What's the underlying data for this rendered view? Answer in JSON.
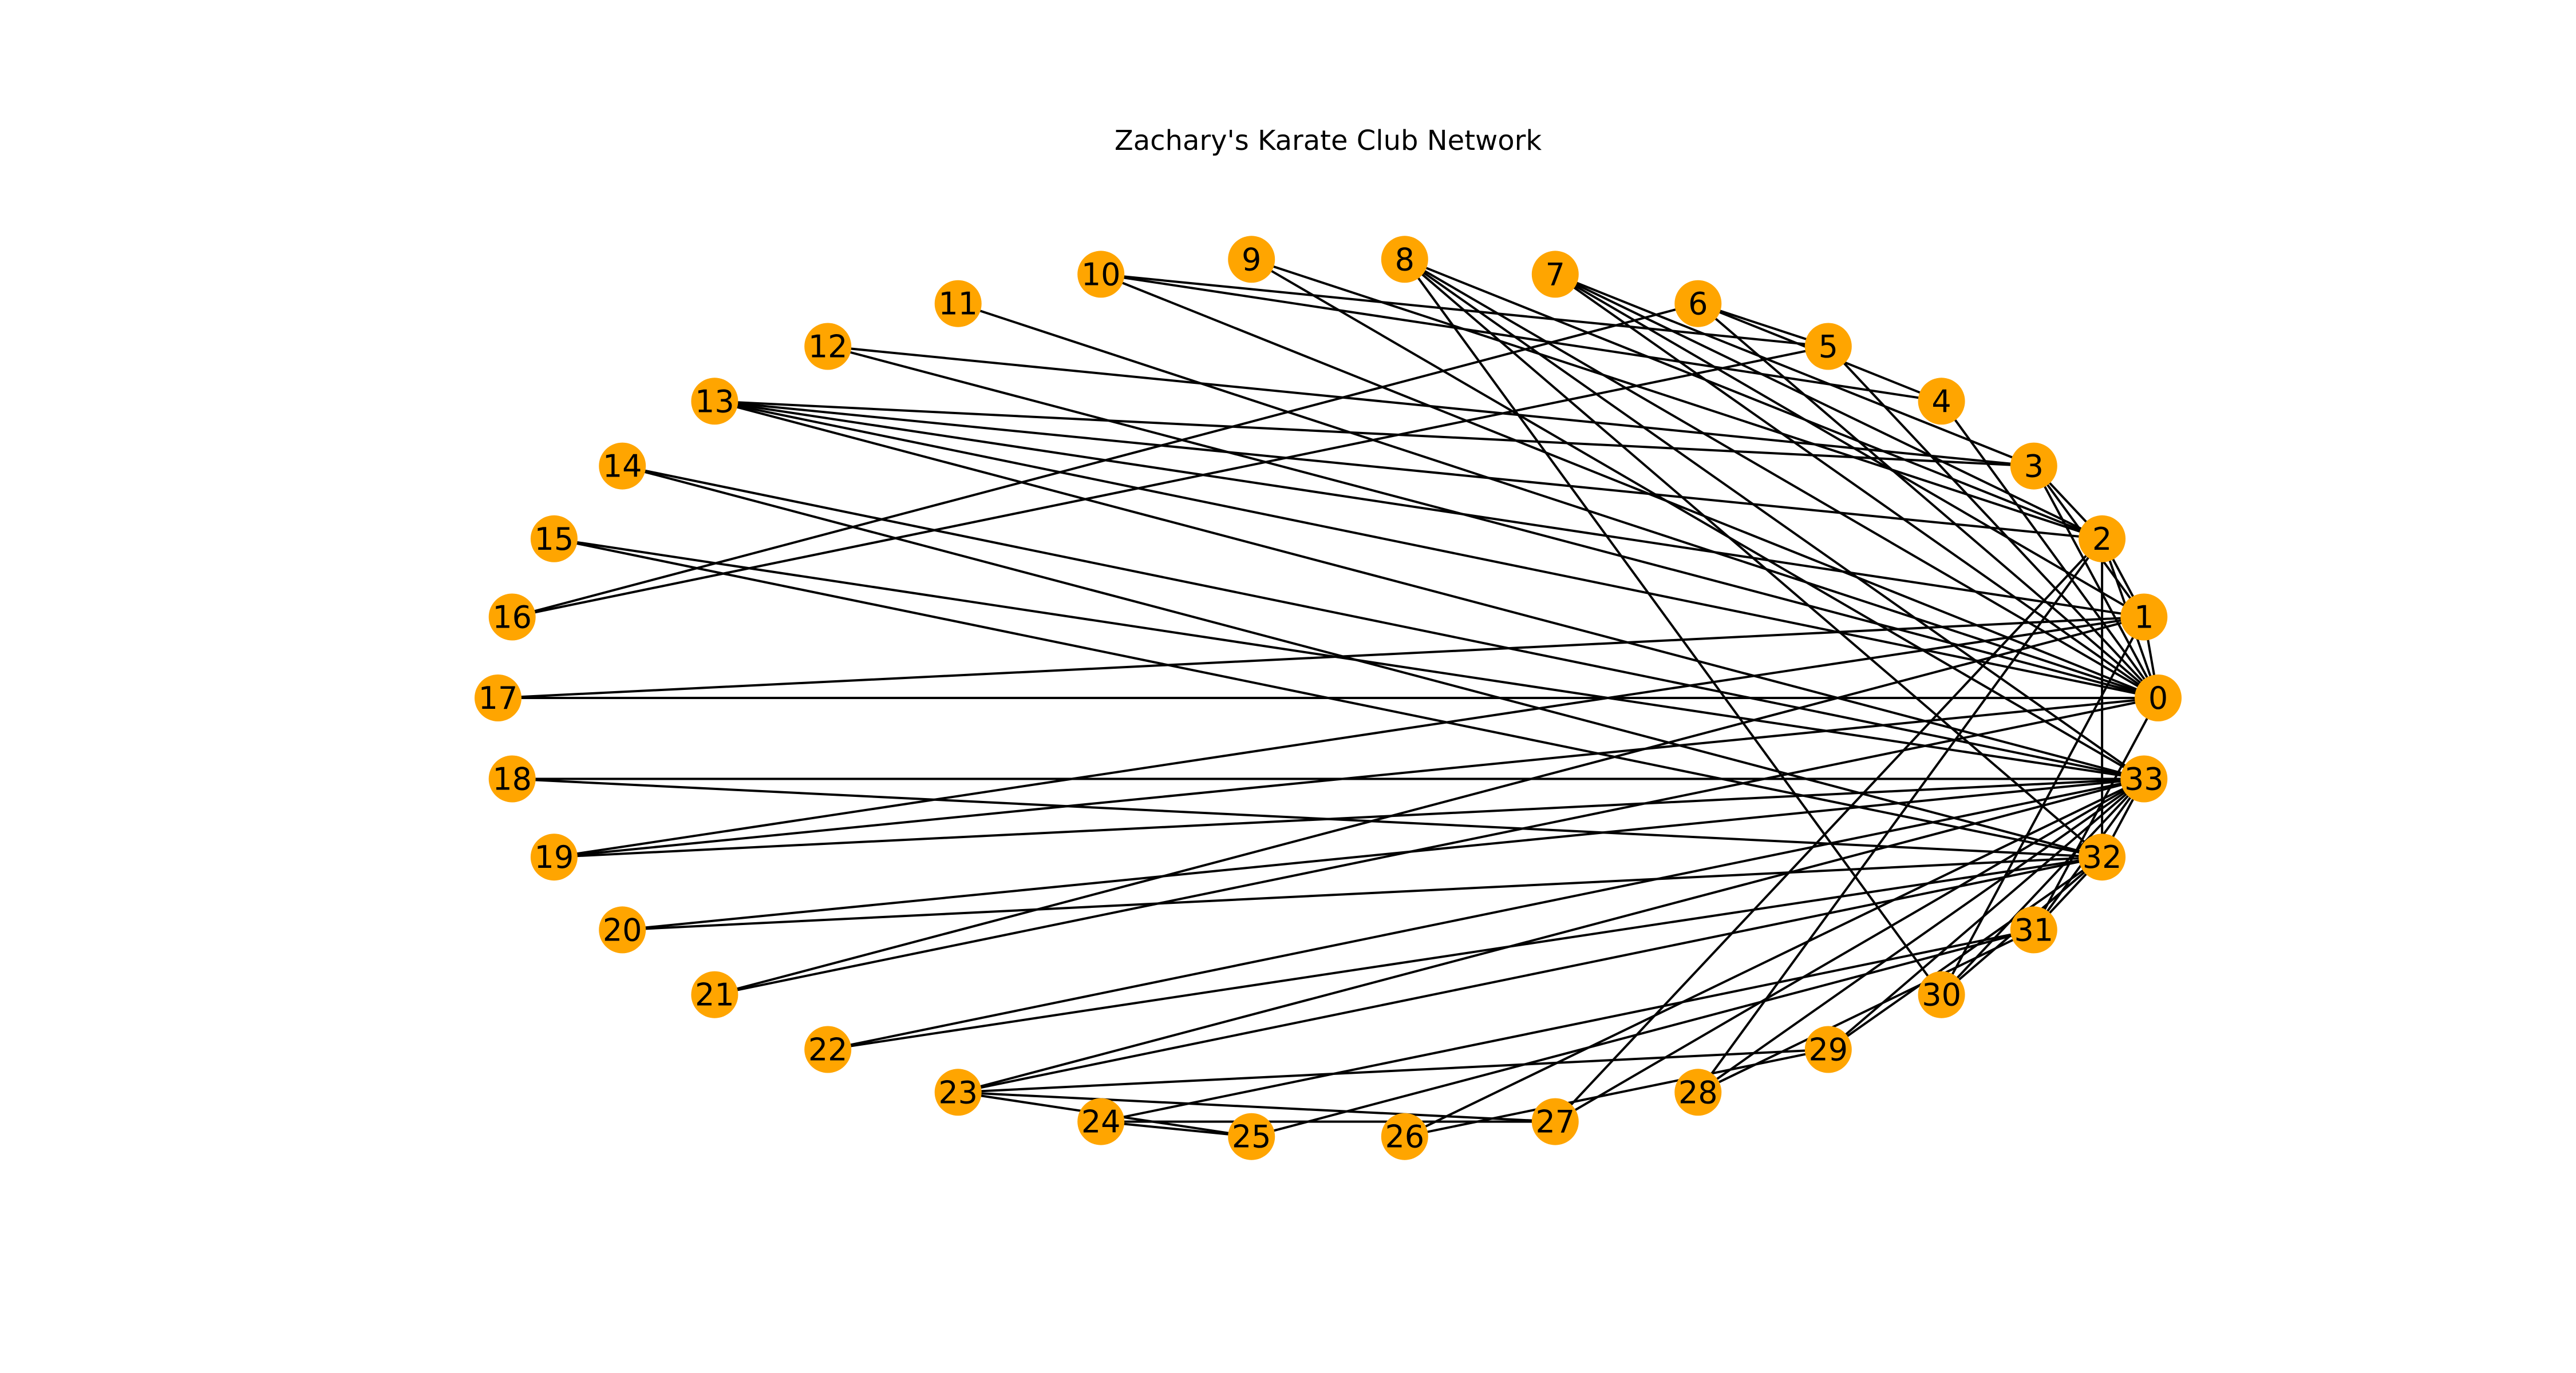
{
  "title": "Zachary's Karate Club Network",
  "colors": {
    "node_fill": "#FFA500",
    "edge_stroke": "#000000",
    "label": "#000000",
    "background": "#FFFFFF"
  },
  "graph": {
    "layout": "circular",
    "nodes": [
      "0",
      "1",
      "2",
      "3",
      "4",
      "5",
      "6",
      "7",
      "8",
      "9",
      "10",
      "11",
      "12",
      "13",
      "14",
      "15",
      "16",
      "17",
      "18",
      "19",
      "20",
      "21",
      "22",
      "23",
      "24",
      "25",
      "26",
      "27",
      "28",
      "29",
      "30",
      "31",
      "32",
      "33"
    ],
    "edges": [
      [
        0,
        1
      ],
      [
        0,
        2
      ],
      [
        0,
        3
      ],
      [
        0,
        4
      ],
      [
        0,
        5
      ],
      [
        0,
        6
      ],
      [
        0,
        7
      ],
      [
        0,
        8
      ],
      [
        0,
        10
      ],
      [
        0,
        11
      ],
      [
        0,
        12
      ],
      [
        0,
        13
      ],
      [
        0,
        17
      ],
      [
        0,
        19
      ],
      [
        0,
        21
      ],
      [
        0,
        31
      ],
      [
        1,
        2
      ],
      [
        1,
        3
      ],
      [
        1,
        7
      ],
      [
        1,
        13
      ],
      [
        1,
        17
      ],
      [
        1,
        19
      ],
      [
        1,
        21
      ],
      [
        1,
        30
      ],
      [
        2,
        3
      ],
      [
        2,
        7
      ],
      [
        2,
        8
      ],
      [
        2,
        9
      ],
      [
        2,
        13
      ],
      [
        2,
        27
      ],
      [
        2,
        28
      ],
      [
        2,
        32
      ],
      [
        3,
        7
      ],
      [
        3,
        12
      ],
      [
        3,
        13
      ],
      [
        4,
        6
      ],
      [
        4,
        10
      ],
      [
        5,
        6
      ],
      [
        5,
        10
      ],
      [
        5,
        16
      ],
      [
        6,
        16
      ],
      [
        8,
        30
      ],
      [
        8,
        32
      ],
      [
        8,
        33
      ],
      [
        9,
        33
      ],
      [
        13,
        33
      ],
      [
        14,
        32
      ],
      [
        14,
        33
      ],
      [
        15,
        32
      ],
      [
        15,
        33
      ],
      [
        18,
        32
      ],
      [
        18,
        33
      ],
      [
        19,
        33
      ],
      [
        20,
        32
      ],
      [
        20,
        33
      ],
      [
        22,
        32
      ],
      [
        22,
        33
      ],
      [
        23,
        25
      ],
      [
        23,
        27
      ],
      [
        23,
        29
      ],
      [
        23,
        32
      ],
      [
        23,
        33
      ],
      [
        24,
        25
      ],
      [
        24,
        27
      ],
      [
        24,
        31
      ],
      [
        25,
        31
      ],
      [
        26,
        29
      ],
      [
        26,
        33
      ],
      [
        27,
        33
      ],
      [
        28,
        31
      ],
      [
        28,
        33
      ],
      [
        29,
        32
      ],
      [
        29,
        33
      ],
      [
        30,
        32
      ],
      [
        30,
        33
      ],
      [
        31,
        32
      ],
      [
        31,
        33
      ],
      [
        32,
        33
      ]
    ]
  }
}
